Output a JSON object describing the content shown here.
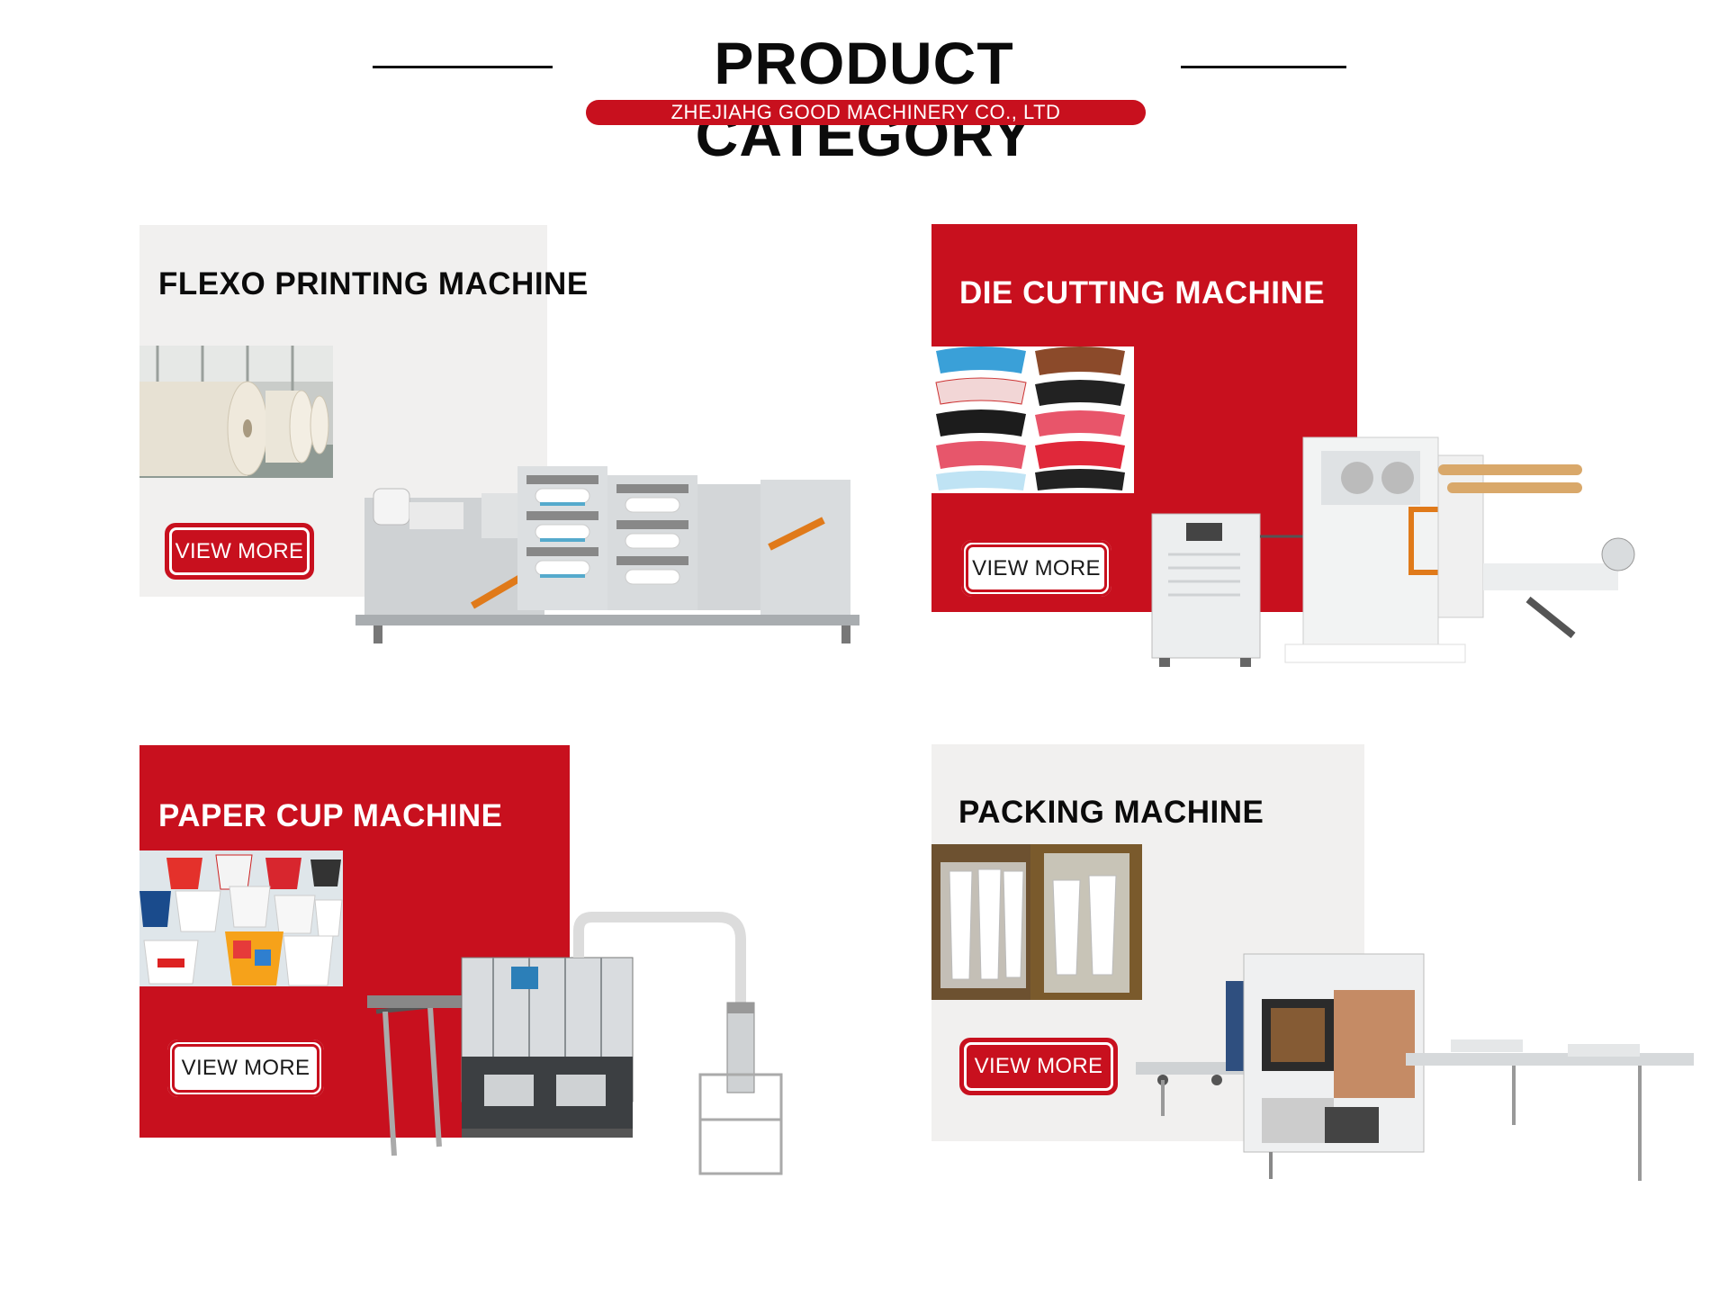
{
  "header": {
    "title": "PRODUCT CATEGORY",
    "subtitle": "ZHEJIAHG GOOD MACHINERY CO., LTD"
  },
  "colors": {
    "accent_red": "#c8101e",
    "card_grey": "#f1f0ef",
    "text_dark": "#0b0b0b"
  },
  "cards": [
    {
      "title": "FLEXO PRINTING MACHINE",
      "button": "VIEW MORE",
      "photo_icon": "paper-rolls-photo",
      "machine_icon": "flexo-printing-machine-image"
    },
    {
      "title": "DIE CUTTING MACHINE",
      "button": "VIEW MORE",
      "photo_icon": "cup-fan-samples-photo",
      "machine_icon": "die-cutting-machine-image"
    },
    {
      "title": "PAPER CUP MACHINE",
      "button": "VIEW MORE",
      "photo_icon": "paper-cups-photo",
      "machine_icon": "paper-cup-machine-image"
    },
    {
      "title": "PACKING MACHINE",
      "button": "VIEW MORE",
      "photo_icon": "packed-cups-photo",
      "machine_icon": "packing-machine-image"
    }
  ]
}
